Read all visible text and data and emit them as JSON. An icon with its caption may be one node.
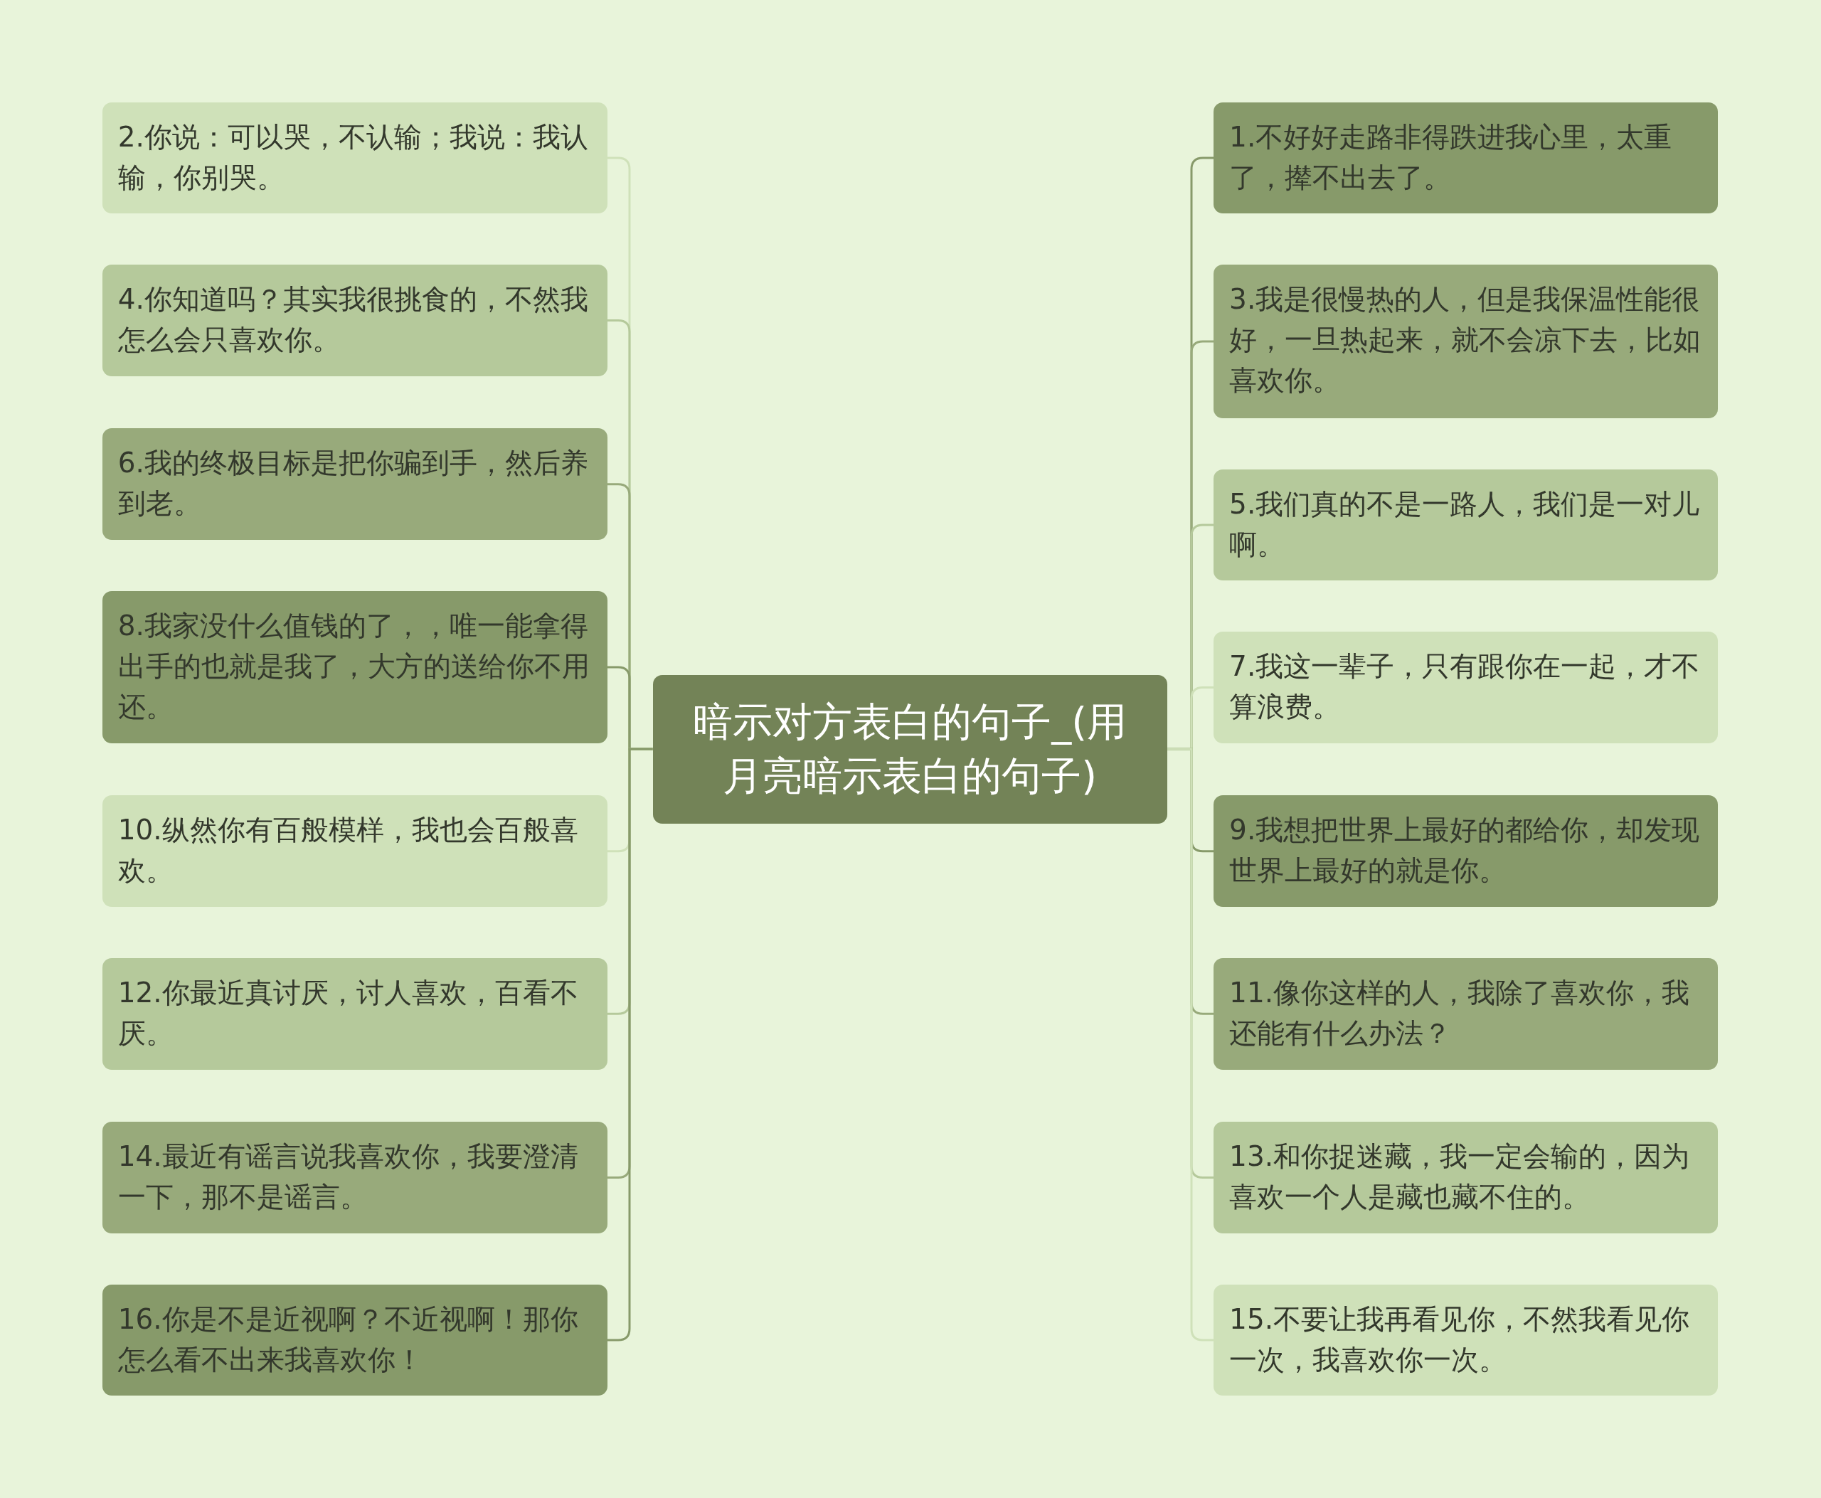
{
  "diagram": {
    "nodes": [
      {
        "text": [
          "暗示对方表白的句子_(用月亮暗示表白的句子)"
        ]
      },
      {
        "text": [
          "1.不好好走路非得跌进我心里，太重了，撵不出去了。"
        ]
      },
      {
        "text": [
          "2.你说：可以哭，不认输；我说：我认输，你别哭。"
        ]
      },
      {
        "text": [
          "3.我是很慢热的人，但是我保温性能很好，一旦热起来，就不会凉下去，比如喜欢你。"
        ]
      },
      {
        "text": [
          "4.你知道吗？其实我很挑食的，不然我怎么会只喜欢你。"
        ]
      },
      {
        "text": [
          "5.我们真的不是一路人，我们是一对儿啊。"
        ]
      },
      {
        "text": [
          "6.我的终极目标是把你骗到手，然后养到老。"
        ]
      },
      {
        "text": [
          "7.我这一辈子，只有跟你在一起，才不算浪费。"
        ]
      },
      {
        "text": [
          "8.我家没什么值钱的了，，唯一能拿得出手的也就是我了，大方的送给你不用还。"
        ]
      },
      {
        "text": [
          "9.我想把世界上最好的都给你，却发现世界上最好的就是你。"
        ]
      },
      {
        "text": [
          "10.纵然你有百般模样，我也会百般喜欢。"
        ]
      },
      {
        "text": [
          "11.像你这样的人，我除了喜欢你，我还能有什么办法？"
        ]
      },
      {
        "text": [
          "12.你最近真讨厌，讨人喜欢，百看不厌。"
        ]
      },
      {
        "text": [
          "13.和你捉迷藏，我一定会输的，因为喜欢一个人是藏也藏不住的。"
        ]
      },
      {
        "text": [
          "14.最近有谣言说我喜欢你，我要澄清一下，那不是谣言。"
        ]
      },
      {
        "text": [
          "15.不要让我再看见你，不然我看见你一次，我喜欢你一次。"
        ]
      },
      {
        "text": [
          "16.你是不是近视啊？不近视啊！那你怎么看不出来我喜欢你！"
        ]
      }
    ],
    "edges": [
      {
        "from": 0,
        "to": 1,
        "arrow": "none"
      },
      {
        "from": 0,
        "to": 2,
        "arrow": "none"
      },
      {
        "from": 0,
        "to": 3,
        "arrow": "none"
      },
      {
        "from": 0,
        "to": 4,
        "arrow": "none"
      },
      {
        "from": 0,
        "to": 5,
        "arrow": "none"
      },
      {
        "from": 0,
        "to": 6,
        "arrow": "none"
      },
      {
        "from": 0,
        "to": 7,
        "arrow": "none"
      },
      {
        "from": 0,
        "to": 8,
        "arrow": "none"
      },
      {
        "from": 0,
        "to": 9,
        "arrow": "none"
      },
      {
        "from": 0,
        "to": 10,
        "arrow": "none"
      },
      {
        "from": 0,
        "to": 11,
        "arrow": "none"
      },
      {
        "from": 0,
        "to": 12,
        "arrow": "none"
      },
      {
        "from": 0,
        "to": 13,
        "arrow": "none"
      },
      {
        "from": 0,
        "to": 14,
        "arrow": "none"
      },
      {
        "from": 0,
        "to": 15,
        "arrow": "none"
      },
      {
        "from": 0,
        "to": 16,
        "arrow": "none"
      }
    ]
  }
}
